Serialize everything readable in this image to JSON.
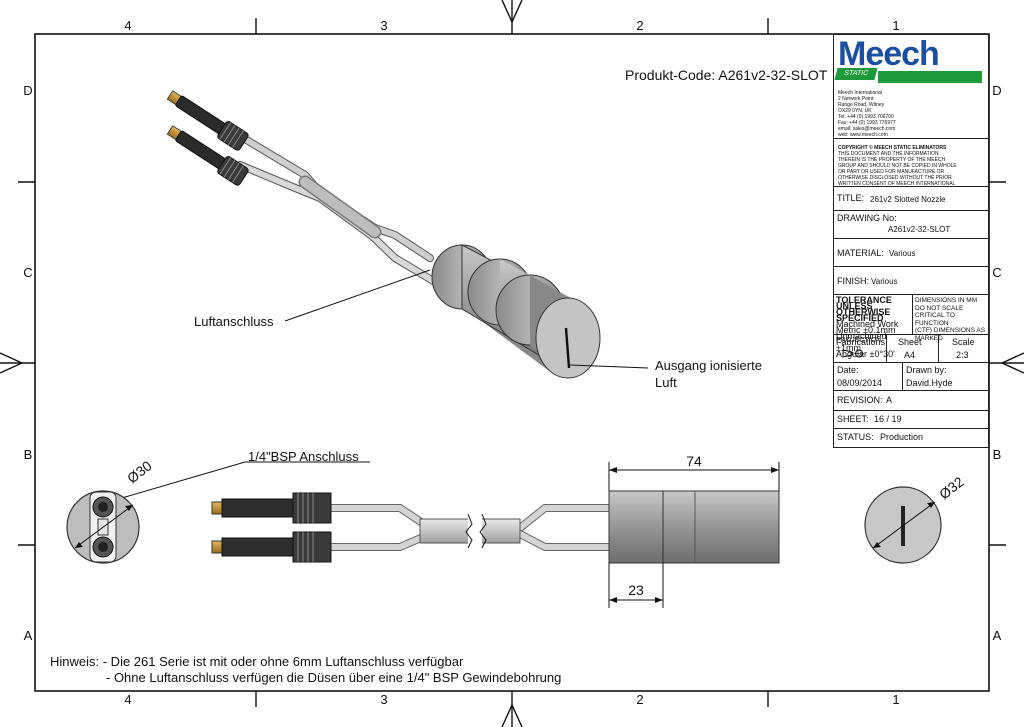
{
  "border": {
    "cols_top": [
      "4",
      "3",
      "2",
      "1"
    ],
    "cols_bottom": [
      "4",
      "3",
      "2",
      "1"
    ],
    "rows_left": [
      "D",
      "C",
      "B",
      "A"
    ],
    "rows_right": [
      "D",
      "C",
      "B",
      "A"
    ]
  },
  "product_code": "Produkt-Code: A261v2-32-SLOT",
  "callouts": {
    "air_connection": "Luftanschluss",
    "ionized_air_line1": "Ausgang ionisierte",
    "ionized_air_line2": "Luft",
    "bsp": "1/4\"BSP Anschluss"
  },
  "dimensions": {
    "d30": "Ø30",
    "d32": "Ø32",
    "len74": "74",
    "len23": "23"
  },
  "notes": {
    "line1": "Hinweis: - Die 261 Serie ist mit oder ohne 6mm Luftanschluss verfügbar",
    "line2": "- Ohne Luftanschluss verfügen die Düsen über eine 1/4\" BSP Gewindebohrung"
  },
  "title_block": {
    "logo": "Meech",
    "logo_tag": "STATIC",
    "address": [
      "Meech International",
      "2 Network Point",
      "Range Road, Witney",
      "OX29 0YN, UK",
      "Tel: +44 (0) 1993 706700",
      "Fax: +44 (0) 1993 776977",
      "email: sales@meech.com",
      "web: www.meech.com"
    ],
    "copyright": [
      "COPYRIGHT © MEECH STATIC ELIMINATORS",
      "THIS DOCUMENT AND THE INFORMATION",
      "THEREIN IS THE PROPERTY OF THE MEECH",
      "GROUP AND SHOULD NOT BE COPIED IN WHOLE",
      "OR PART OR USED FOR MANUFACTURE OR",
      "OTHERWISE DISCLOSED WITHOUT THE PRIOR",
      "WRITTEN CONSENT OF MEECH INTERNATIONAL"
    ],
    "title_label": "TITLE:",
    "title_value": "261v2 Slotted Nozzle",
    "drawing_label": "DRAWING No:",
    "drawing_value": "A261v2-32-SLOT",
    "material_label": "MATERIAL:",
    "material_value": "Various",
    "finish_label": "FINISH:",
    "finish_value": "Various",
    "tolerance": [
      "TOLERANCE UNLESS",
      "OTHERWISE SPECIFIED",
      "Machined Work Metric ±0.1mm",
      "Unmachined Fabrications ±1mm",
      "Angular ±0°30'"
    ],
    "dim_notes": [
      "DIMENSIONS IN MM",
      "DO NOT SCALE",
      "CRITICAL TO FUNCTION",
      "(CTF) DIMENSIONS AS",
      "MARKED"
    ],
    "projection_label": "PROJECTION",
    "sheet_label": "Sheet",
    "sheet_value": "A4",
    "scale_label": "Scale",
    "scale_value": "2:3",
    "date_label": "Date:",
    "date_value": "08/09/2014",
    "drawn_label": "Drawn by:",
    "drawn_value": "David.Hyde",
    "revision_label": "REVISION:",
    "revision_value": "A",
    "sheet_no_label": "SHEET:",
    "sheet_no_value": "16 / 19",
    "status_label": "STATUS:",
    "status_value": "Production"
  }
}
